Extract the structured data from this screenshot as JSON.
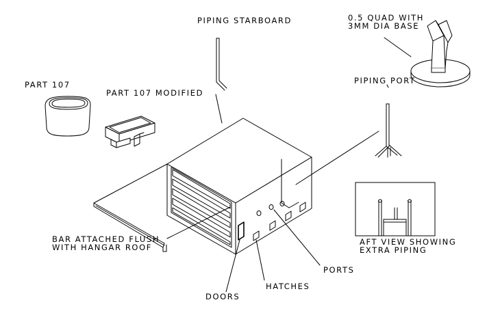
{
  "labels": {
    "piping_starboard": "PIPING STARBOARD",
    "quad_line1": "0.5 QUAD WITH",
    "quad_line2": "3MM DIA BASE",
    "part_107": "PART 107",
    "part_107_modified": "PART 107 MODIFIED",
    "piping_port": "PIPING PORT",
    "bar_line1": "BAR ATTACHED FLUSH",
    "bar_line2": "WITH HANGAR ROOF",
    "aft_view_line1": "AFT VIEW SHOWING",
    "aft_view_line2": "EXTRA PIPING",
    "ports": "PORTS",
    "hatches": "HATCHES",
    "doors": "DOORS"
  }
}
